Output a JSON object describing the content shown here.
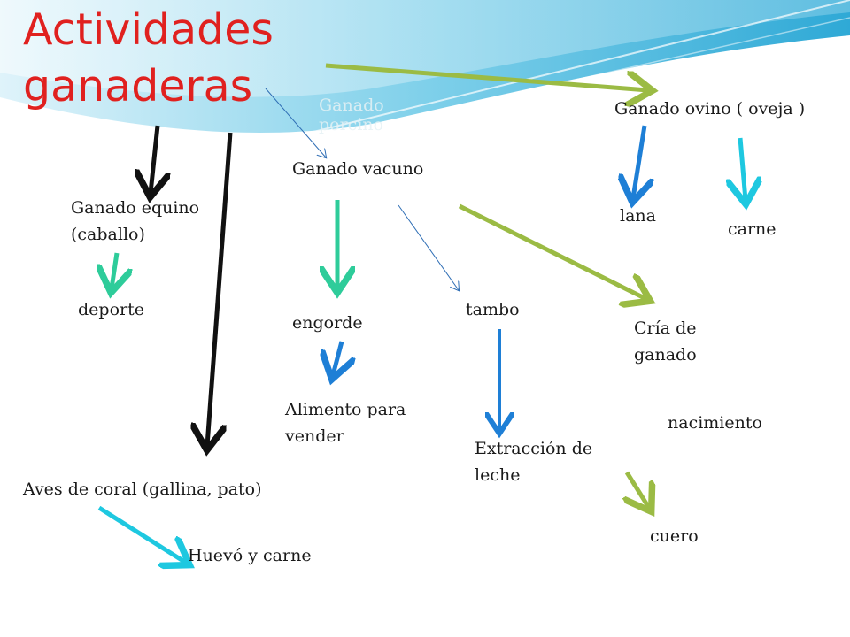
{
  "title": "Actividades ganaderas",
  "ghost_label": "Ganado porcino",
  "nodes": {
    "ovino": "Ganado ovino  ( oveja )",
    "vacuno": "Ganado vacuno",
    "equino": "Ganado equino (caballo)",
    "lana": "lana",
    "carne": "carne",
    "deporte": "deporte",
    "engorde": "engorde",
    "tambo": "tambo",
    "cria": "Cría de ganado",
    "alimento": "Alimento para vender",
    "nacimiento": "nacimiento",
    "extraccion": "Extracción  de leche",
    "aves": "Aves de coral (gallina, pato)",
    "cuero": "cuero",
    "huevo": "Huevó y carne"
  },
  "colors": {
    "title": "#e0211f",
    "text": "#1a1a1a",
    "arrow_black": "#111111",
    "arrow_green": "#9bbb44",
    "arrow_teal": "#2ecc9a",
    "arrow_cyan": "#1ec8e0",
    "arrow_blue": "#1e7fd6",
    "arrow_thin_blue": "#2f6eb5",
    "header_swoosh": "#5fc3e4"
  }
}
